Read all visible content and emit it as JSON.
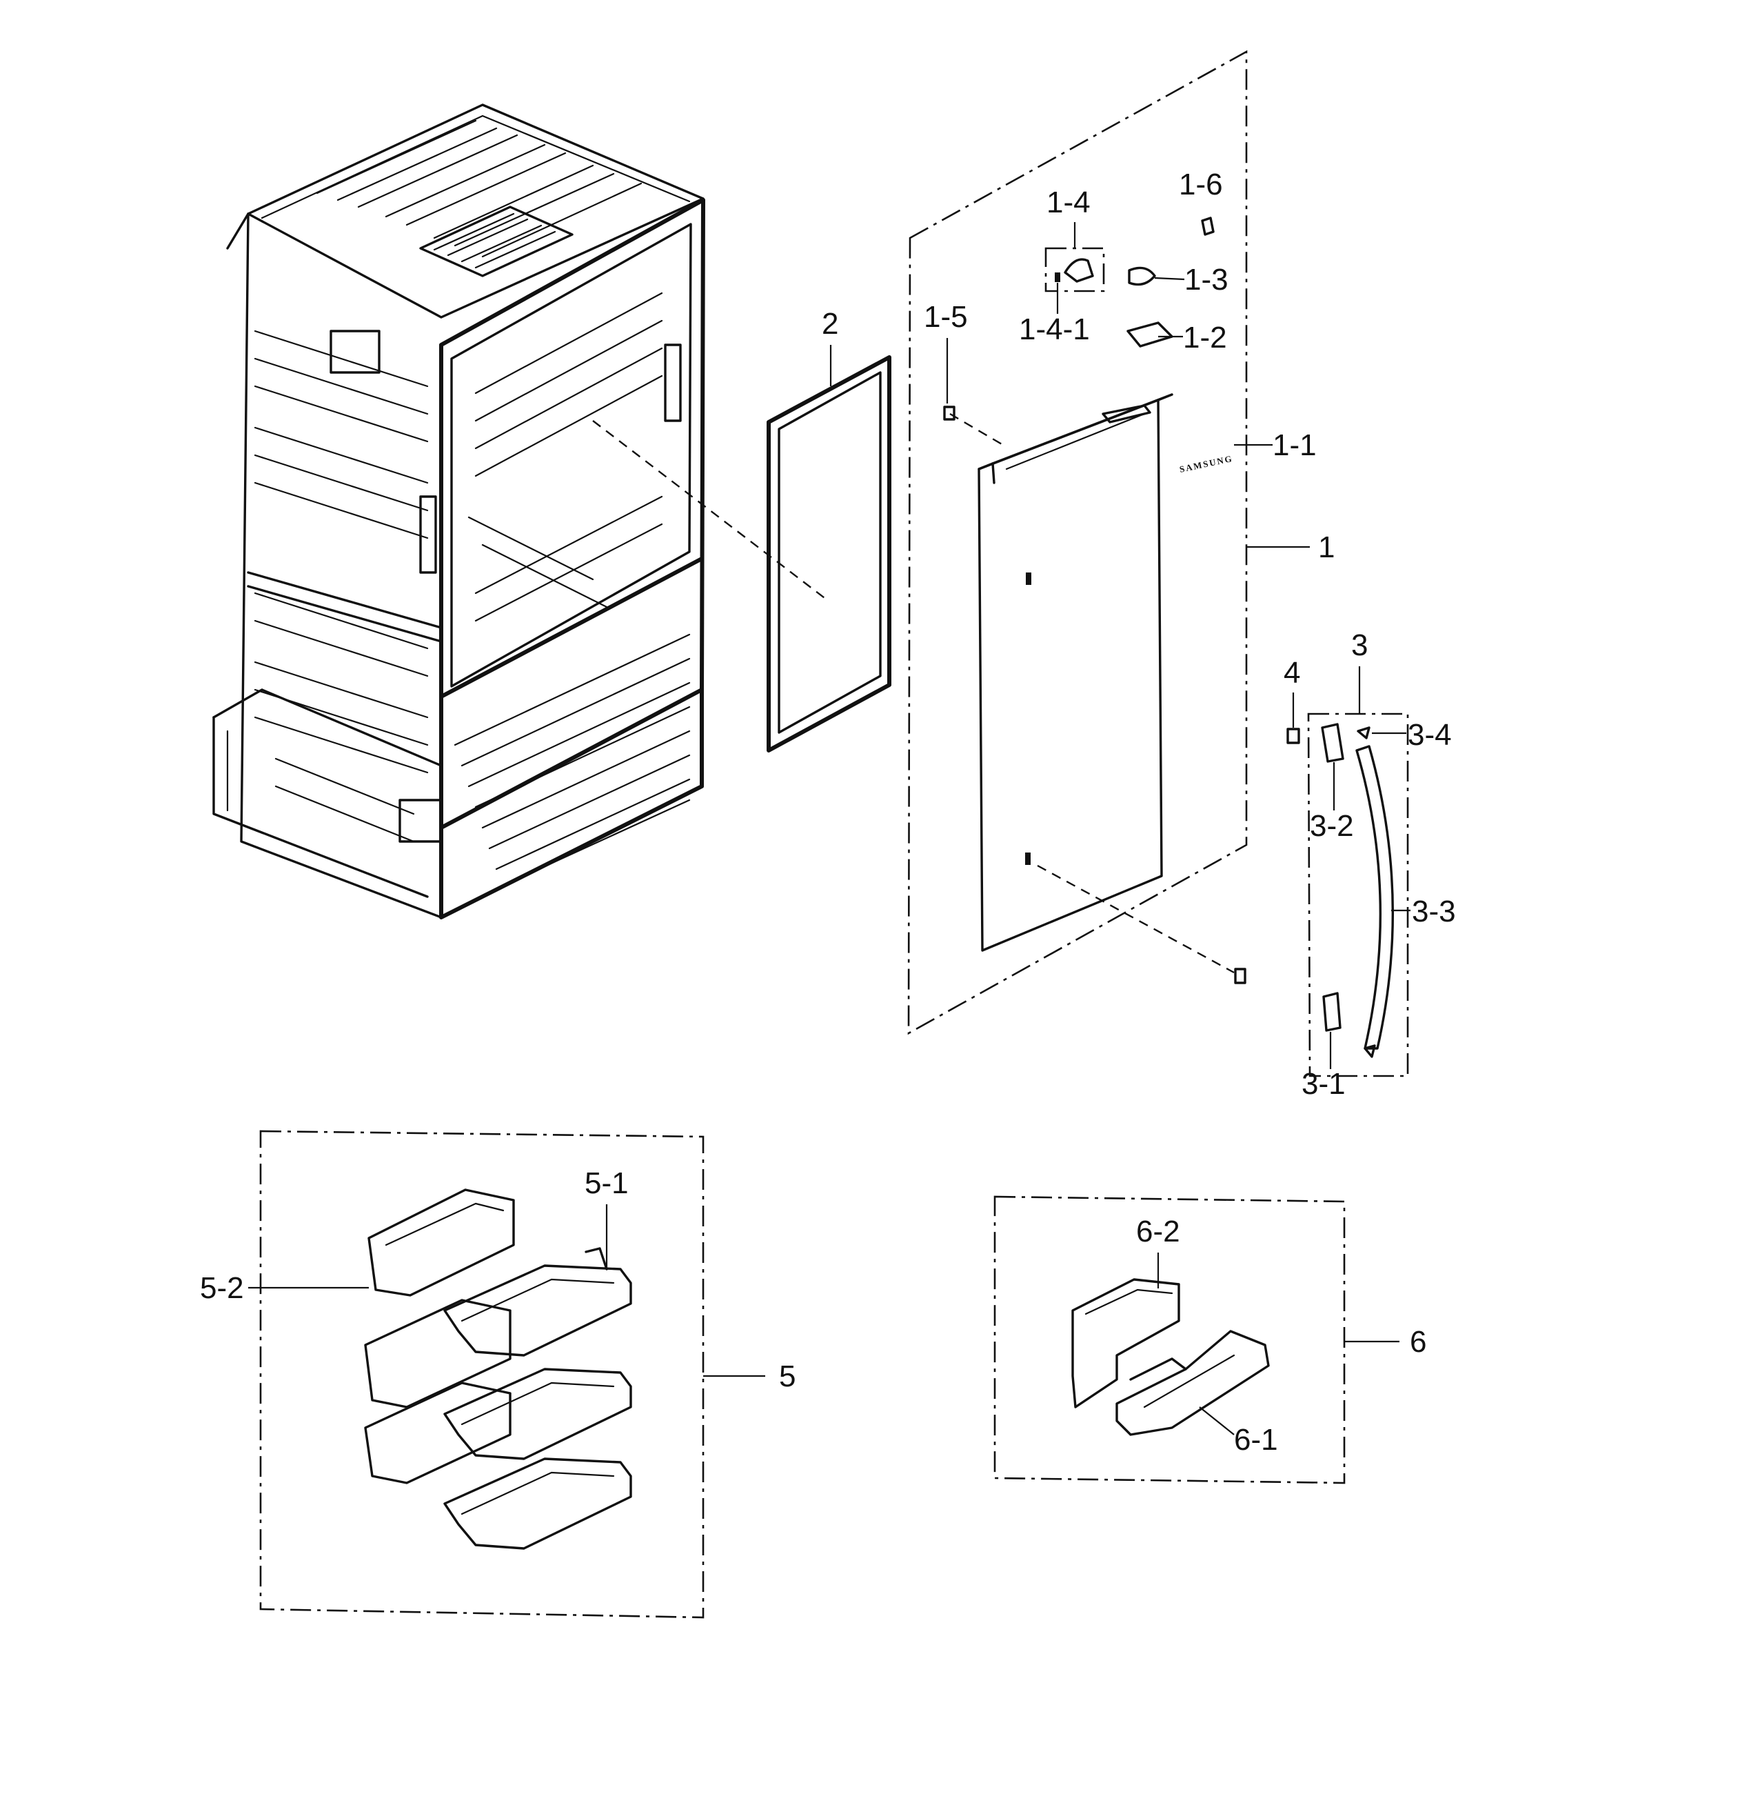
{
  "diagram": {
    "brand_text": "SAMSUNG",
    "callouts": {
      "c1": "1",
      "c1_1": "1-1",
      "c1_2": "1-2",
      "c1_3": "1-3",
      "c1_4": "1-4",
      "c1_4_1": "1-4-1",
      "c1_5": "1-5",
      "c1_6": "1-6",
      "c2": "2",
      "c3": "3",
      "c3_1": "3-1",
      "c3_2": "3-2",
      "c3_3": "3-3",
      "c3_4": "3-4",
      "c4": "4",
      "c5": "5",
      "c5_1": "5-1",
      "c5_2": "5-2",
      "c6": "6",
      "c6_1": "6-1",
      "c6_2": "6-2"
    }
  }
}
